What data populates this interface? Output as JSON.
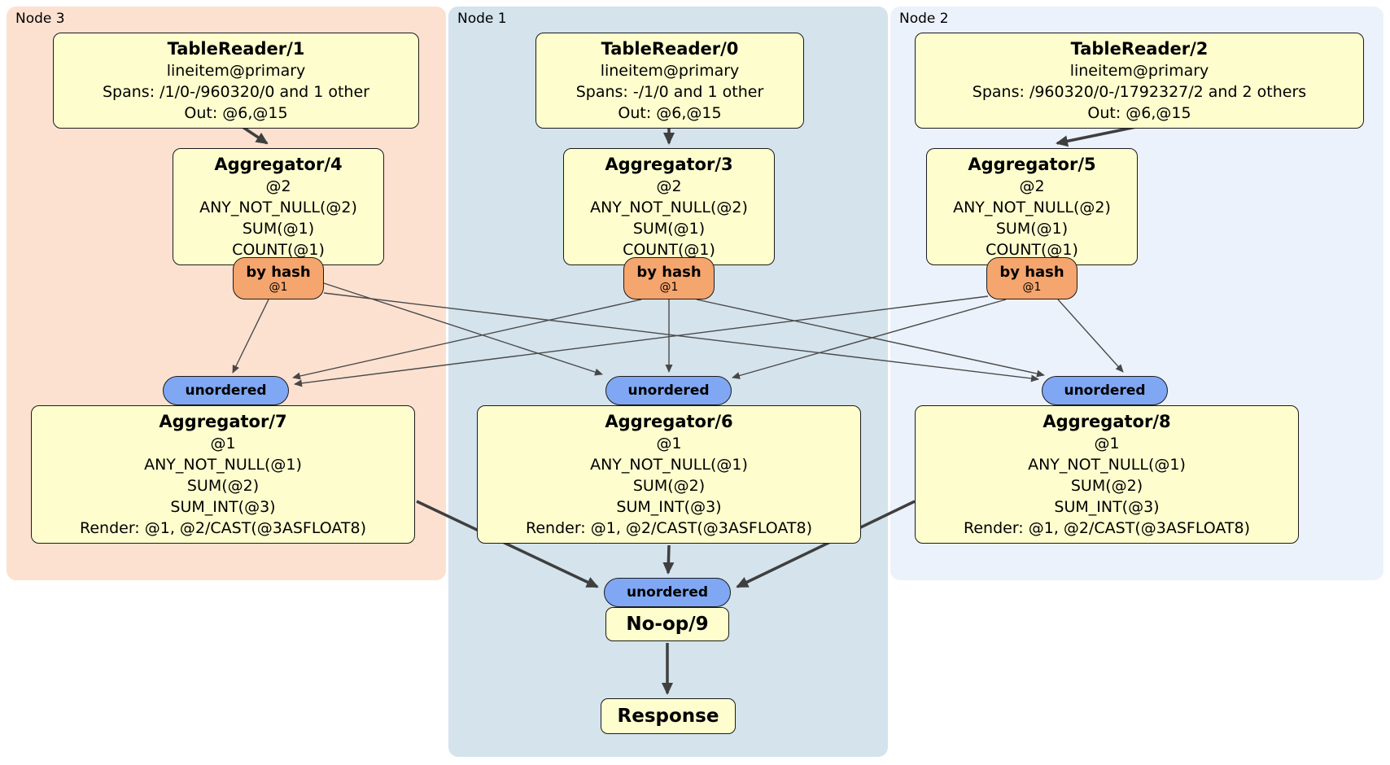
{
  "colors": {
    "node3_bg": "#FCE1D1",
    "node1_bg": "#D4E3EC",
    "node2_bg": "#ECF2FB",
    "box_bg": "#FDFDCE",
    "router_bg": "#F5A56E",
    "sync_bg": "#7FA7F3"
  },
  "regions": {
    "node3": {
      "label": "Node 3"
    },
    "node1": {
      "label": "Node 1"
    },
    "node2": {
      "label": "Node 2"
    }
  },
  "processors": {
    "tr1": {
      "title": "TableReader/1",
      "lines": [
        "lineitem@primary",
        "Spans: /1/0-/960320/0 and 1 other",
        "Out: @6,@15"
      ]
    },
    "tr0": {
      "title": "TableReader/0",
      "lines": [
        "lineitem@primary",
        "Spans: -/1/0 and 1 other",
        "Out: @6,@15"
      ]
    },
    "tr2": {
      "title": "TableReader/2",
      "lines": [
        "lineitem@primary",
        "Spans: /960320/0-/1792327/2 and 2 others",
        "Out: @6,@15"
      ]
    },
    "agg4": {
      "title": "Aggregator/4",
      "lines": [
        "@2",
        "ANY_NOT_NULL(@2)",
        "SUM(@1)",
        "COUNT(@1)"
      ]
    },
    "agg3": {
      "title": "Aggregator/3",
      "lines": [
        "@2",
        "ANY_NOT_NULL(@2)",
        "SUM(@1)",
        "COUNT(@1)"
      ]
    },
    "agg5": {
      "title": "Aggregator/5",
      "lines": [
        "@2",
        "ANY_NOT_NULL(@2)",
        "SUM(@1)",
        "COUNT(@1)"
      ]
    },
    "agg7": {
      "title": "Aggregator/7",
      "lines": [
        "@1",
        "ANY_NOT_NULL(@1)",
        "SUM(@2)",
        "SUM_INT(@3)",
        "Render: @1, @2/CAST(@3ASFLOAT8)"
      ]
    },
    "agg6": {
      "title": "Aggregator/6",
      "lines": [
        "@1",
        "ANY_NOT_NULL(@1)",
        "SUM(@2)",
        "SUM_INT(@3)",
        "Render: @1, @2/CAST(@3ASFLOAT8)"
      ]
    },
    "agg8": {
      "title": "Aggregator/8",
      "lines": [
        "@1",
        "ANY_NOT_NULL(@1)",
        "SUM(@2)",
        "SUM_INT(@3)",
        "Render: @1, @2/CAST(@3ASFLOAT8)"
      ]
    },
    "noop": {
      "title": "No-op/9"
    },
    "response": {
      "title": "Response"
    }
  },
  "router": {
    "label": "by hash",
    "sublabel": "@1"
  },
  "sync": {
    "label": "unordered"
  }
}
